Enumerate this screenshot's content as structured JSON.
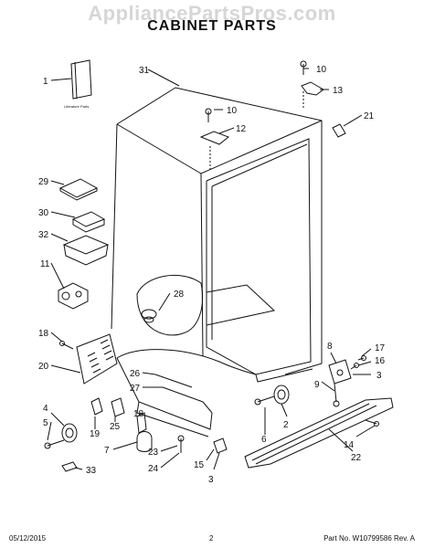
{
  "watermark": "AppliancePartsPros.com",
  "title": "CABINET PARTS",
  "literature_label": "Literature Parts",
  "callouts": [
    "1",
    "31",
    "10",
    "13",
    "10",
    "12",
    "21",
    "29",
    "30",
    "32",
    "11",
    "28",
    "18",
    "20",
    "26",
    "27",
    "8",
    "17",
    "16",
    "3",
    "4",
    "5",
    "19",
    "25",
    "18",
    "7",
    "23",
    "24",
    "9",
    "2",
    "6",
    "15",
    "3",
    "14",
    "22",
    "33"
  ],
  "footer": {
    "date": "05/12/2015",
    "page": "2",
    "part_no": "Part No.  W10799586  Rev.  A"
  }
}
